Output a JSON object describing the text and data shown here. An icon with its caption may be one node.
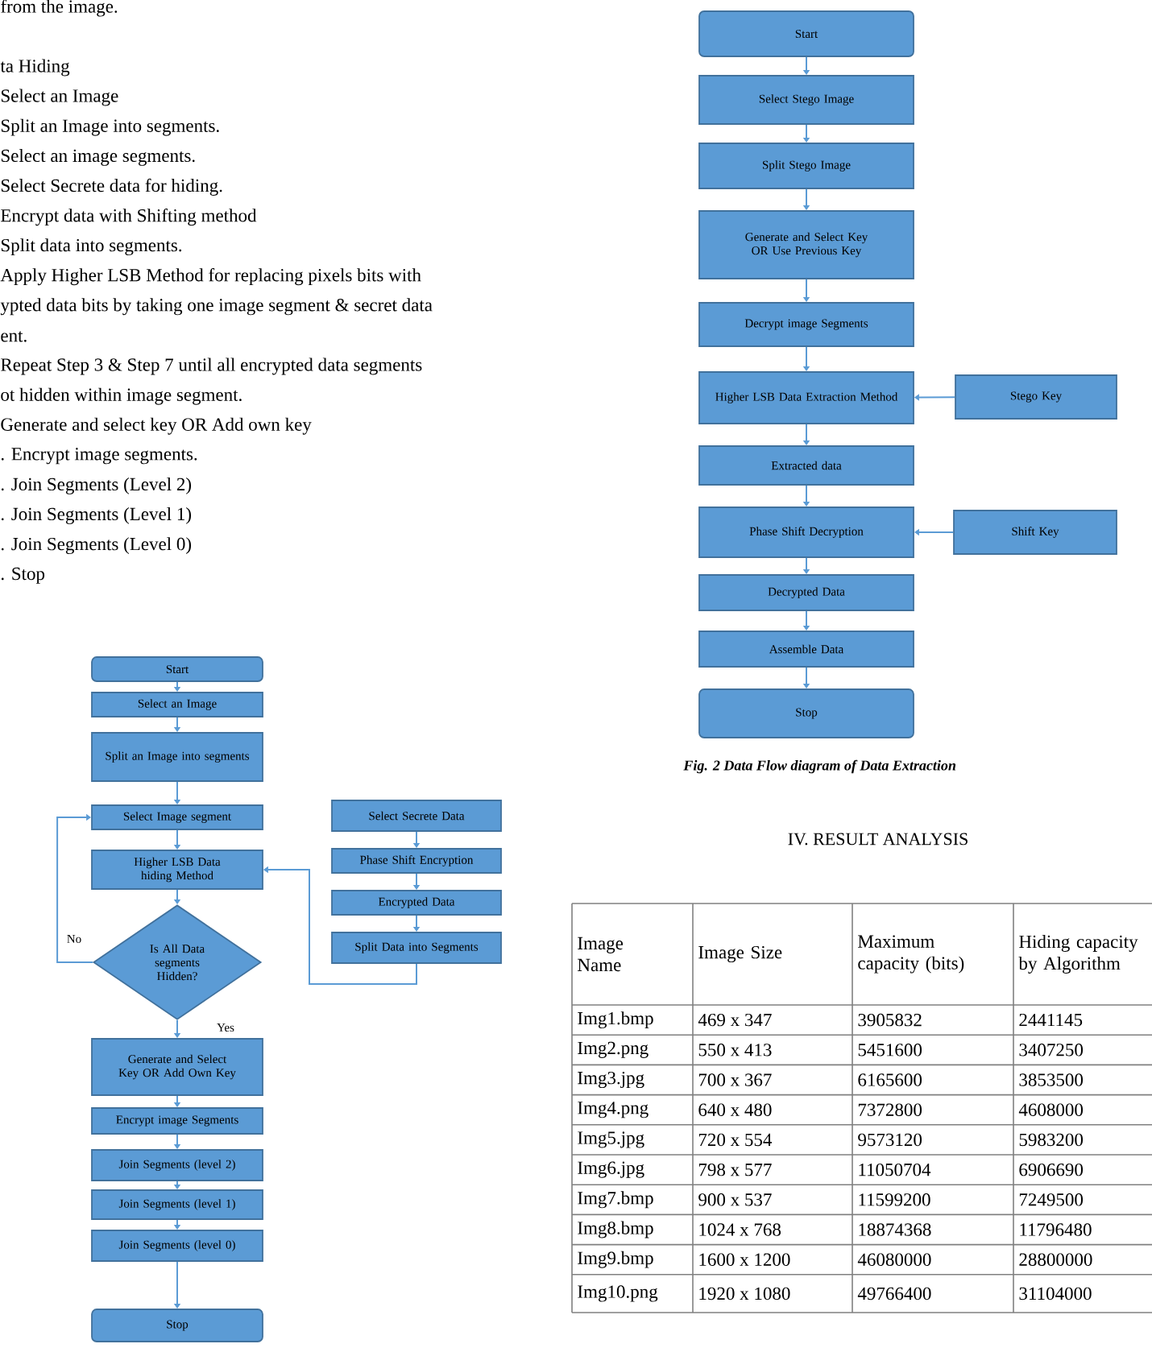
{
  "diagram": {
    "caption": "Fig. 2 Data Flow diagram of Data Extraction",
    "nodes": [
      {
        "text": [
          "Start"
        ]
      },
      {
        "text": [
          "Select an Image"
        ]
      },
      {
        "text": [
          "Split an Image into segments"
        ]
      },
      {
        "text": [
          "Select Image segment"
        ]
      },
      {
        "text": [
          "Higher LSB Data hiding Method"
        ]
      },
      {
        "text": [
          "Is All Data segments Hidden?"
        ]
      },
      {
        "text": [
          "Generate and Select Key OR Add Own Key"
        ]
      },
      {
        "text": [
          "Encrypt image Segments"
        ]
      },
      {
        "text": [
          "Join Segments (level 2)"
        ]
      },
      {
        "text": [
          "Join Segments (level 1)"
        ]
      },
      {
        "text": [
          "Join Segments (level 0)"
        ]
      },
      {
        "text": [
          "Stop"
        ]
      },
      {
        "text": [
          "Select Secrete Data"
        ]
      },
      {
        "text": [
          "Phase Shift Encryption"
        ]
      },
      {
        "text": [
          "Encrypted Data"
        ]
      },
      {
        "text": [
          "Split Data into Segments"
        ]
      },
      {
        "text": [
          "Start"
        ]
      },
      {
        "text": [
          "Select Stego Image"
        ]
      },
      {
        "text": [
          "Split Stego Image"
        ]
      },
      {
        "text": [
          "Generate and Select Key OR Use Previous Key"
        ]
      },
      {
        "text": [
          "Decrypt image Segments"
        ]
      },
      {
        "text": [
          "Higher LSB Data Extraction Method"
        ]
      },
      {
        "text": [
          "Stego Key"
        ]
      },
      {
        "text": [
          "Extracted data"
        ]
      },
      {
        "text": [
          "Phase Shift Decryption"
        ]
      },
      {
        "text": [
          "Shift Key"
        ]
      },
      {
        "text": [
          "Decrypted Data"
        ]
      },
      {
        "text": [
          "Assemble Data"
        ]
      },
      {
        "text": [
          "Stop"
        ]
      }
    ],
    "edges": [
      {
        "from": 0,
        "to": 1,
        "arrow": "to"
      },
      {
        "from": 1,
        "to": 2,
        "arrow": "to"
      },
      {
        "from": 2,
        "to": 3,
        "arrow": "to"
      },
      {
        "from": 3,
        "to": 4,
        "arrow": "to"
      },
      {
        "from": 4,
        "to": 5,
        "arrow": "to"
      },
      {
        "from": 5,
        "to": 6,
        "arrow": "to",
        "label": "Yes"
      },
      {
        "from": 5,
        "to": 3,
        "arrow": "to",
        "label": "No"
      },
      {
        "from": 6,
        "to": 7,
        "arrow": "to"
      },
      {
        "from": 7,
        "to": 8,
        "arrow": "to"
      },
      {
        "from": 8,
        "to": 9,
        "arrow": "to"
      },
      {
        "from": 9,
        "to": 10,
        "arrow": "to"
      },
      {
        "from": 10,
        "to": 11,
        "arrow": "to"
      },
      {
        "from": 12,
        "to": 13,
        "arrow": "to"
      },
      {
        "from": 13,
        "to": 14,
        "arrow": "to"
      },
      {
        "from": 14,
        "to": 15,
        "arrow": "to"
      },
      {
        "from": 15,
        "to": 4,
        "arrow": "to"
      },
      {
        "from": 16,
        "to": 17,
        "arrow": "to"
      },
      {
        "from": 17,
        "to": 18,
        "arrow": "to"
      },
      {
        "from": 18,
        "to": 19,
        "arrow": "to"
      },
      {
        "from": 19,
        "to": 20,
        "arrow": "to"
      },
      {
        "from": 20,
        "to": 21,
        "arrow": "to"
      },
      {
        "from": 22,
        "to": 21,
        "arrow": "to"
      },
      {
        "from": 21,
        "to": 23,
        "arrow": "to"
      },
      {
        "from": 23,
        "to": 24,
        "arrow": "to"
      },
      {
        "from": 25,
        "to": 24,
        "arrow": "to"
      },
      {
        "from": 24,
        "to": 26,
        "arrow": "to"
      },
      {
        "from": 26,
        "to": 27,
        "arrow": "to"
      },
      {
        "from": 27,
        "to": 28,
        "arrow": "to"
      }
    ],
    "labels": [
      "from the image.",
      "ta Hiding",
      "Select an Image",
      "Split an Image into segments.",
      "Select an image segments.",
      "Select Secrete data for hiding.",
      "Encrypt data with Shifting method",
      "Split data into segments.",
      "Apply Higher LSB Method for replacing pixels bits with",
      "ypted data bits by taking one image segment & secret data",
      "ent.",
      "Repeat Step 3 & Step 7 until all encrypted data segments",
      "ot hidden within image segment.",
      "Generate and select key OR Add own key",
      ". Encrypt image segments.",
      ". Join Segments (Level 2)",
      ". Join Segments (Level 1)",
      ". Join Segments (Level 0)",
      ". Stop",
      "IV. RESULT ANALYSIS",
      "Image Name",
      "Image Size",
      "Maximum capacity (bits)",
      "Hiding capacity by Algorithm",
      "Img1.bmp",
      "469 x 347",
      "3905832",
      "2441145",
      "Img2.png",
      "550 x 413",
      "5451600",
      "3407250",
      "Img3.jpg",
      "700 x 367",
      "6165600",
      "3853500",
      "Img4.png",
      "640 x 480",
      "7372800",
      "4608000",
      "Img5.jpg",
      "720 x 554",
      "9573120",
      "5983200",
      "Img6.jpg",
      "798 x 577",
      "11050704",
      "6906690",
      "Img7.bmp",
      "900 x 537",
      "11599200",
      "7249500",
      "Img8.bmp",
      "1024 x 768",
      "18874368",
      "11796480",
      "Img9.bmp",
      "1600 x 1200",
      "46080000",
      "28800000",
      "Img10.png",
      "1920 x 1080",
      "49766400",
      "31104000"
    ]
  }
}
